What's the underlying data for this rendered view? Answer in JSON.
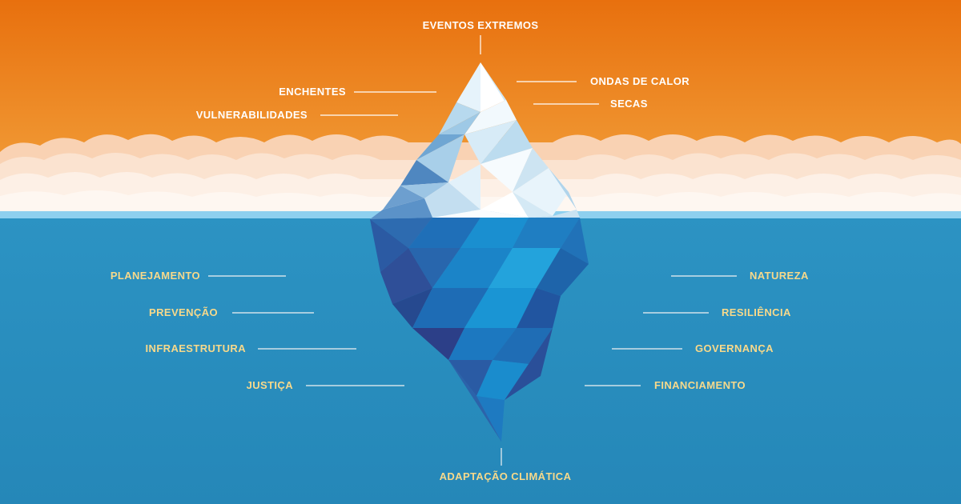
{
  "colors": {
    "sky_top": "#e8700e",
    "sky_bottom": "#f3a640",
    "cloud": "#fdf0e6",
    "water": "#2a8fbf",
    "waterline": "#8ed0ef",
    "label_above": "#ffffff",
    "label_below": "#f7d98b"
  },
  "above_water": {
    "top": "EVENTOS EXTREMOS",
    "enchentes": "ENCHENTES",
    "vulnerabilidades": "VULNERABILIDADES",
    "ondas_de_calor": "ONDAS DE CALOR",
    "secas": "SECAS"
  },
  "below_water": {
    "left": [
      "PLANEJAMENTO",
      "PREVENÇÃO",
      "INFRAESTRUTURA",
      "JUSTIÇA"
    ],
    "right": [
      "NATUREZA",
      "RESILIÊNCIA",
      "GOVERNANÇA",
      "FINANCIAMENTO"
    ],
    "bottom": "ADAPTAÇÃO CLIMÁTICA"
  }
}
